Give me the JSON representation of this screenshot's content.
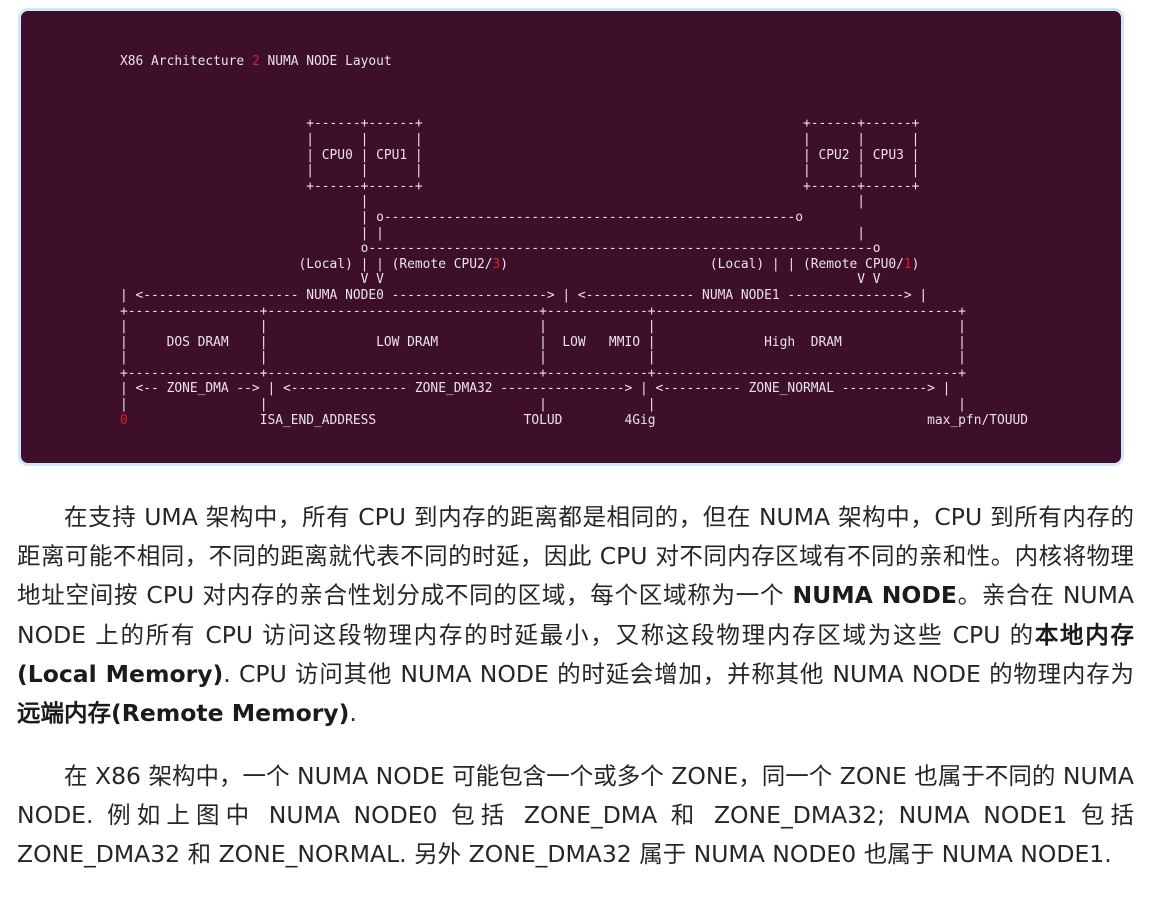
{
  "diagram": {
    "title_prefix": "X86 Architecture ",
    "title_number": "2",
    "title_suffix": " NUMA NODE Layout",
    "cpu_row_top": "                        +------+------+                                                 +------+------+",
    "cpu_row_pad": "                        |      |      |                                                 |      |      |",
    "cpu_row_names": "                        | CPU0 | CPU1 |                                                 | CPU2 | CPU3 |",
    "cpu_row_pad2": "                        |      |      |                                                 |      |      |",
    "cpu_row_bottom": "                        +------+------+                                                 +------+------+",
    "bus_line_1": "                               |                                                               |",
    "bus_line_2": "                               | o-----------------------------------------------------o",
    "bus_line_3": "                               | |                                                             |",
    "bus_line_4": "                               o-----------------------------------------------------------------o",
    "local_left": "                       (Local) | | (Remote CPU2/",
    "local_left_num": "3",
    "local_mid": ")                          (Local) | | (Remote CPU0/",
    "local_right_num": "1",
    "local_end": ")",
    "arrows": "                               V V                                                             V V",
    "node_line": "| <-------------------- NUMA NODE0 --------------------> | <-------------- NUMA NODE1 ---------------> |",
    "sep_line": "+-----------------+-----------------------------------+-------------+---------------------------------------+",
    "pad_line": "|                 |                                   |             |                                       |",
    "dram_line": "|     DOS DRAM    |              LOW DRAM             |  LOW   MMIO |              High  DRAM               |",
    "pad_line2": "|                 |                                   |             |                                       |",
    "sep_line2": "+-----------------+-----------------------------------+-------------+---------------------------------------+",
    "zone_line": "| <-- ZONE_DMA --> | <--------------- ZONE_DMA32 ----------------> | <---------- ZONE_NORMAL -----------> |",
    "tick_line": "|                 |                                   |             |                                       |",
    "addr_zero": "0",
    "addr_rest": "                 ISA_END_ADDRESS                   TOLUD        4Gig                                   max_pfn/TOUUD"
  },
  "paragraph1": {
    "part1": "在支持 UMA 架构中，所有 CPU 到内存的距离都是相同的，但在 NUMA 架构中，CPU 到所有内存的距离可能不相同，不同的距离就代表不同的时延，因此 CPU 对不同内存区域有不同的亲和性。内核将物理地址空间按 CPU 对内存的亲合性划分成不同的区域，每个区域称为一个 ",
    "bold1": "NUMA NODE",
    "part2": "。亲合在 NUMA NODE 上的所有 CPU 访问这段物理内存的时延最小，又称这段物理内存区域为这些 CPU 的",
    "bold2": "本地内存(Local Memory)",
    "part3": ". CPU 访问其他 NUMA NODE 的时延会增加，并称其他 NUMA NODE 的物理内存为",
    "bold3": "远端内存(Remote Memory)",
    "part4": "."
  },
  "paragraph2": {
    "text": "在 X86 架构中，一个 NUMA NODE 可能包含一个或多个 ZONE，同一个 ZONE 也属于不同的 NUMA NODE. 例如上图中 NUMA NODE0 包括 ZONE_DMA 和 ZONE_DMA32; NUMA NODE1 包括 ZONE_DMA32 和 ZONE_NORMAL. 另外 ZONE_DMA32 属于 NUMA NODE0 也属于 NUMA NODE1."
  }
}
